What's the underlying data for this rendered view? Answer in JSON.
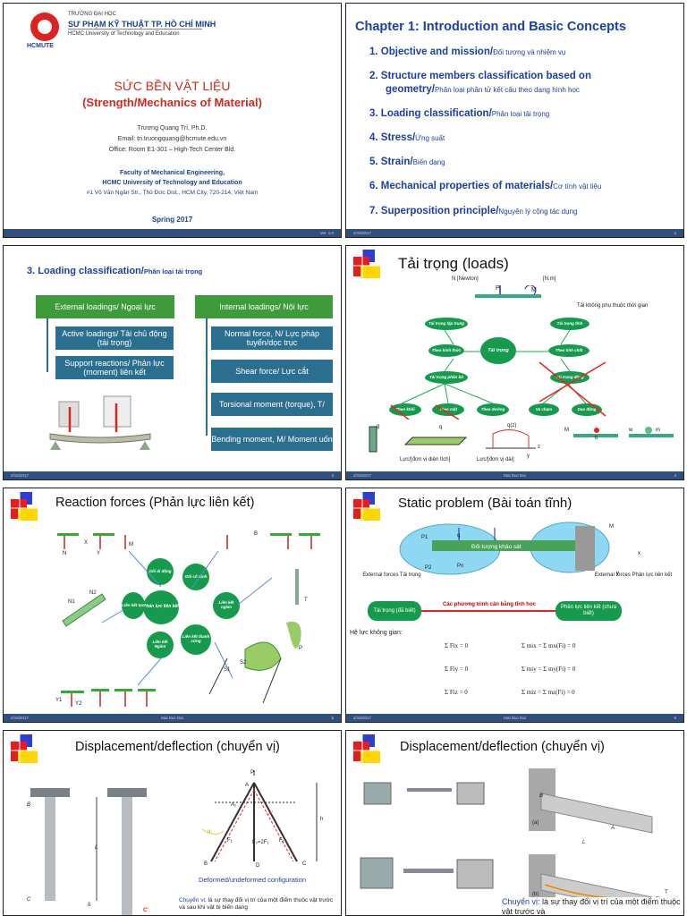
{
  "footer": {
    "date": "2/15/2017",
    "author": "Mai Duc Dai"
  },
  "slide1": {
    "logo_text": "HCMUTE",
    "uni_line1": "TRƯỜNG ĐẠI HỌC",
    "uni_line2": "SƯ PHẠM KỸ THUẬT TP. HỒ CHÍ MINH",
    "uni_line3": "HCMC University of Technology and Education",
    "title_vn": "SỨC BỀN VẬT LIỆU",
    "title_en": "(Strength/Mechanics of Material)",
    "author": "Trương Quang Trí, Ph.D.",
    "email": "Email: tri.truongquang@hcmute.edu.vn",
    "office": "Office: Room E1-301 – High-Tech Center Bld.",
    "faculty": "Faculty of Mechanical Engineering,",
    "university": "HCMC University of Technology and Education",
    "address": "#1 Võ Văn Ngân Str., Thủ Đức Dist., HCM City, 720-214, Việt Nam",
    "term": "Spring 2017",
    "version": "Ver. 1.0"
  },
  "slide2": {
    "chapter": "Chapter 1: Introduction and Basic Concepts",
    "page": "2",
    "items": [
      {
        "num": "1.",
        "en": "Objective and mission/",
        "vn": "Đối tượng và nhiệm vụ"
      },
      {
        "num": "2.",
        "en": "Structure members classification based on",
        "en2": "geometry/",
        "vn": "Phân loại phần tử kết cấu theo dạng hình học"
      },
      {
        "num": "3.",
        "en": "Loading classification/",
        "vn": "Phân loại tải trọng"
      },
      {
        "num": "4.",
        "en": "Stress/",
        "vn": "Ứng suất"
      },
      {
        "num": "5.",
        "en": "Strain/",
        "vn": "Biến dạng"
      },
      {
        "num": "6.",
        "en": "Mechanical properties of materials/",
        "vn": "Cơ tính vật liệu"
      },
      {
        "num": "7.",
        "en": "Superposition principle/",
        "vn": "Nguyên lý cộng tác dụng"
      }
    ]
  },
  "slide3": {
    "title_en": "3.  Loading classification/",
    "title_vn": "Phân loại tải trọng",
    "page": "3",
    "external": "External loadings/ Ngoại lực",
    "internal": "Internal loadings/ Nội lực",
    "active": "Active loadings/ Tải chủ động (tải trọng)",
    "support": "Support reactions/ Phản lực (moment) liên kết",
    "normal": "Normal force, N/ Lực pháp tuyến/dọc trục",
    "shear": "Shear force/ Lực cắt",
    "torsion": "Torsional moment (torque), T/",
    "bending": "Bending moment, M/ Moment uốn"
  },
  "slide4": {
    "title": "Tải trọng (loads)",
    "page": "4",
    "unit_n": "N [Newton]",
    "unit_nm": "[N.m]",
    "label_p": "P",
    "label_m": "M",
    "note": "Tải không phụ thuộc thời gian",
    "center": "Tải trọng",
    "n1": "Tải trọng tập trung",
    "n2": "Theo hình thức",
    "n3": "Tải trọng phân bố",
    "n4": "Tải trọng tĩnh",
    "n5": "Theo tính chất",
    "n6": "Tải trọng động",
    "l1": "Theo khối",
    "l2": "Theo mặt",
    "l3": "Theo đường",
    "l4": "Va chạm",
    "l5": "Dao động",
    "cap1": "Lực/[đơn vị diện tích]",
    "cap2": "Lực/[đơn vị dài]",
    "fig_q": "q",
    "fig_qz": "q(z)",
    "fig_z": "z",
    "fig_y": "y",
    "fig_g": "g",
    "fig_m": "M",
    "fig_b": "b",
    "fig_w": "w",
    "fig_mm": "m"
  },
  "slide5": {
    "title": "Reaction forces (Phản lực liên kết)",
    "page": "5",
    "center": "Phản lực liên kết",
    "b1": "Gối di động",
    "b2": "Gối cố định",
    "b3": "Liên kết ngàm",
    "b4": "Liên kết thanh cứng",
    "b5": "Liên kết Ngàm",
    "b6": "Liên kết tựa",
    "fig_labels": [
      "N",
      "X",
      "Y",
      "M",
      "B",
      "T",
      "P",
      "N1",
      "N2",
      "S1",
      "S2",
      "Y1",
      "Y2"
    ]
  },
  "slide6": {
    "title": "Static problem (Bài toán tĩnh)",
    "page": "6",
    "object": "Đối tượng khảo sát",
    "ext_left": "External forces Tải trọng",
    "ext_right": "External forces Phản lực liên kết",
    "known": "Tải trọng (đã biết)",
    "unknown": "Phản lực liên kết (chưa biết)",
    "eq": "Các phương trình cân bằng tĩnh học",
    "space": "Hệ lực không gian:",
    "eqs_left": [
      "Σ Fix = 0",
      "Σ Fiy = 0",
      "Σ Fiz = 0"
    ],
    "eqs_right": [
      "Σ mix = Σ mx(Fi) = 0",
      "Σ miy = Σ my(Fi) = 0",
      "Σ miz = Σ mz(Fi) = 0"
    ],
    "fig_labels": [
      "P1",
      "P2",
      "q",
      "Pn",
      "M",
      "x",
      "y"
    ]
  },
  "slide7": {
    "title": "Displacement/deflection (chuyển vị)",
    "fig_labels": [
      "B",
      "L",
      "C",
      "δ",
      "C'",
      "P",
      "A",
      "A₁",
      "A'",
      "h",
      "F₁",
      "F₂=2F₁",
      "F₁",
      "B",
      "D",
      "C",
      "α"
    ],
    "caption_fig": "Deformed/undeformed configuration",
    "def_term": "Chuyển vị:",
    "def_text": "là sự thay đổi vị trí của một điểm thuộc vật trước và sau khi vật bị biến dạng"
  },
  "slide8": {
    "title": "Displacement/deflection (chuyển vị)",
    "fig_labels": [
      "B",
      "A",
      "L",
      "(a)",
      "(b)",
      "T",
      "T'"
    ],
    "def_term": "Chuyển vị:",
    "def_text": "là sự thay đổi vị trí của một điểm thuộc vật trước và"
  }
}
